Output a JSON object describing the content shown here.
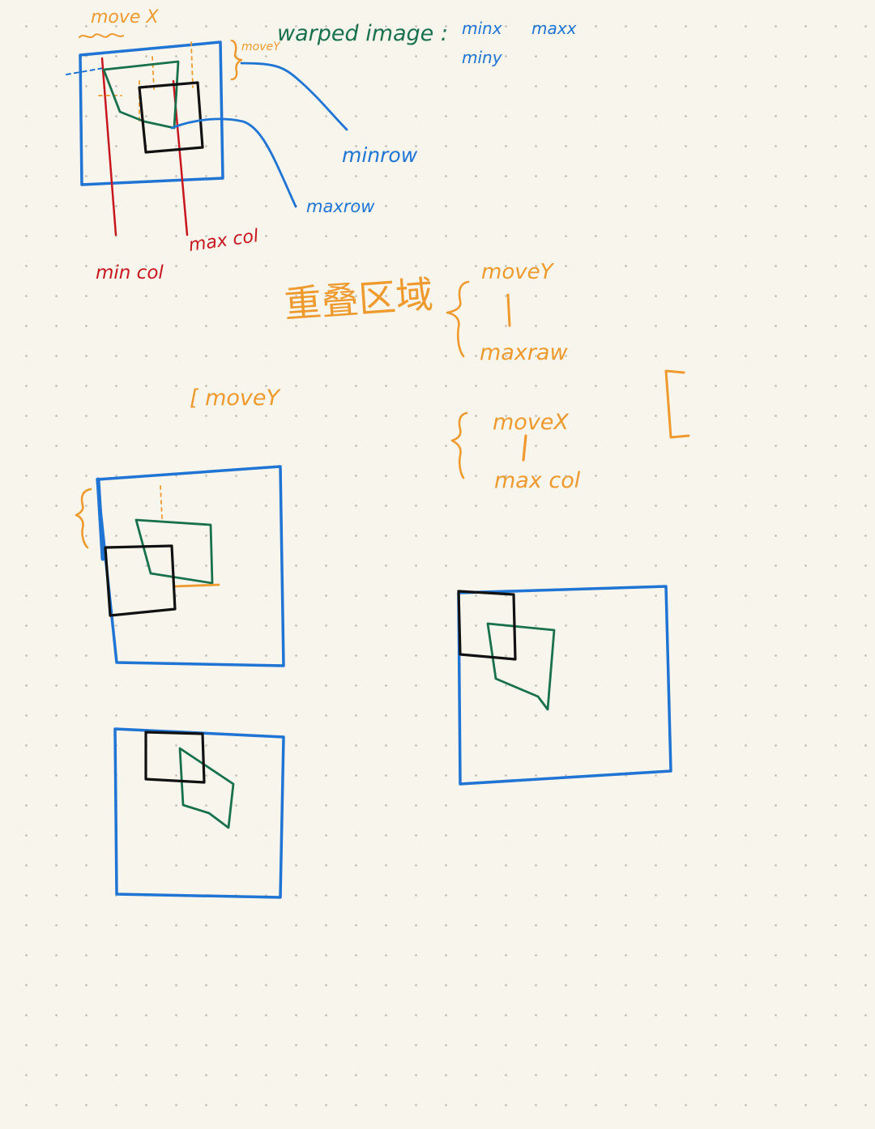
{
  "colors": {
    "background": "#f8f5ed",
    "blue": "#1f74d4",
    "green": "#19714c",
    "black": "#111111",
    "red": "#c8161f",
    "orange": "#ee9a2e"
  },
  "labels": {
    "move_x_top": "move X",
    "move_y_small": "moveY",
    "warped_image": "warped image :",
    "min_x": "minx",
    "max_x": "maxx",
    "min_y": "miny",
    "min_row": "minrow",
    "max_row": "maxrow",
    "max_col": "max col",
    "min_col": "min col",
    "overlap_region": "重叠区域",
    "move_y_1": "moveY",
    "max_raw": "maxraw",
    "move_y_bracket": "[ moveY",
    "move_x_2": "moveX",
    "max_col_2": "max col"
  }
}
